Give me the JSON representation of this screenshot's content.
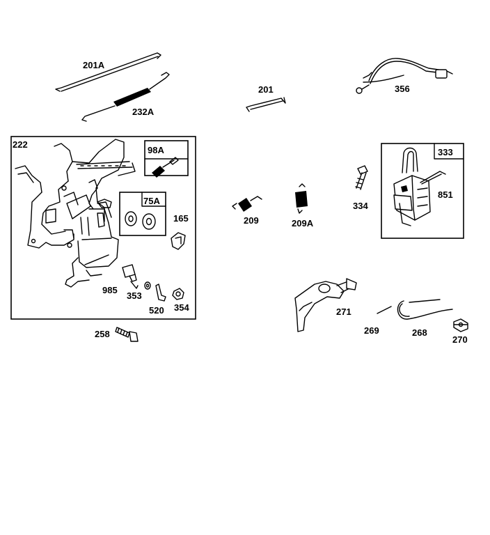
{
  "callouts": {
    "p201A": "201A",
    "p232A": "232A",
    "p201": "201",
    "p356": "356",
    "p222": "222",
    "p98A": "98A",
    "p75A": "75A",
    "p165": "165",
    "p985": "985",
    "p353": "353",
    "p520": "520",
    "p354": "354",
    "p258": "258",
    "p209": "209",
    "p209A": "209A",
    "p334": "334",
    "p333": "333",
    "p851": "851",
    "p271": "271",
    "p269": "269",
    "p268": "268",
    "p270": "270"
  }
}
